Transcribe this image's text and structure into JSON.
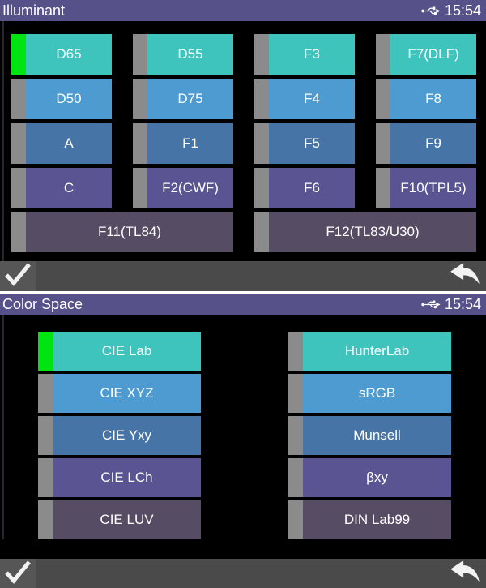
{
  "statusbar": {
    "time": "15:54",
    "usb_icon": "usb-icon"
  },
  "panel_illuminant": {
    "title": "Illuminant",
    "selected": "D65",
    "buttons": [
      {
        "label": "D65",
        "selected": true
      },
      {
        "label": "D55",
        "selected": false
      },
      {
        "label": "F3",
        "selected": false
      },
      {
        "label": "F7(DLF)",
        "selected": false
      },
      {
        "label": "D50",
        "selected": false
      },
      {
        "label": "D75",
        "selected": false
      },
      {
        "label": "F4",
        "selected": false
      },
      {
        "label": "F8",
        "selected": false
      },
      {
        "label": "A",
        "selected": false
      },
      {
        "label": "F1",
        "selected": false
      },
      {
        "label": "F5",
        "selected": false
      },
      {
        "label": "F9",
        "selected": false
      },
      {
        "label": "C",
        "selected": false
      },
      {
        "label": "F2(CWF)",
        "selected": false
      },
      {
        "label": "F6",
        "selected": false
      },
      {
        "label": "F10(TPL5)",
        "selected": false
      },
      {
        "label": "F11(TL84)",
        "selected": false
      },
      {
        "label": "F12(TL83/U30)",
        "selected": false
      }
    ]
  },
  "panel_colorspace": {
    "title": "Color Space",
    "selected": "CIE Lab",
    "buttons": [
      {
        "label": "CIE Lab",
        "selected": true
      },
      {
        "label": "HunterLab",
        "selected": false
      },
      {
        "label": "CIE XYZ",
        "selected": false
      },
      {
        "label": "sRGB",
        "selected": false
      },
      {
        "label": "CIE Yxy",
        "selected": false
      },
      {
        "label": "Munsell",
        "selected": false
      },
      {
        "label": "CIE LCh",
        "selected": false
      },
      {
        "label": "βxy",
        "selected": false
      },
      {
        "label": "CIE LUV",
        "selected": false
      },
      {
        "label": "DIN Lab99",
        "selected": false
      }
    ]
  },
  "bottom_bar_icons": {
    "confirm": "checkmark-icon",
    "back": "back-arrow-icon"
  },
  "colors": {
    "titlebar": "#575189",
    "row_teal": "#3fc3bd",
    "row_blue": "#4d9bd1",
    "row_steel": "#4674a6",
    "row_purple": "#5a5592",
    "row_dark_purple": "#564c63",
    "selected_stripe": "#00e411",
    "stripe_gray": "#8b8b8b",
    "bottombar": "#4a4a4a",
    "background": "#000000"
  }
}
